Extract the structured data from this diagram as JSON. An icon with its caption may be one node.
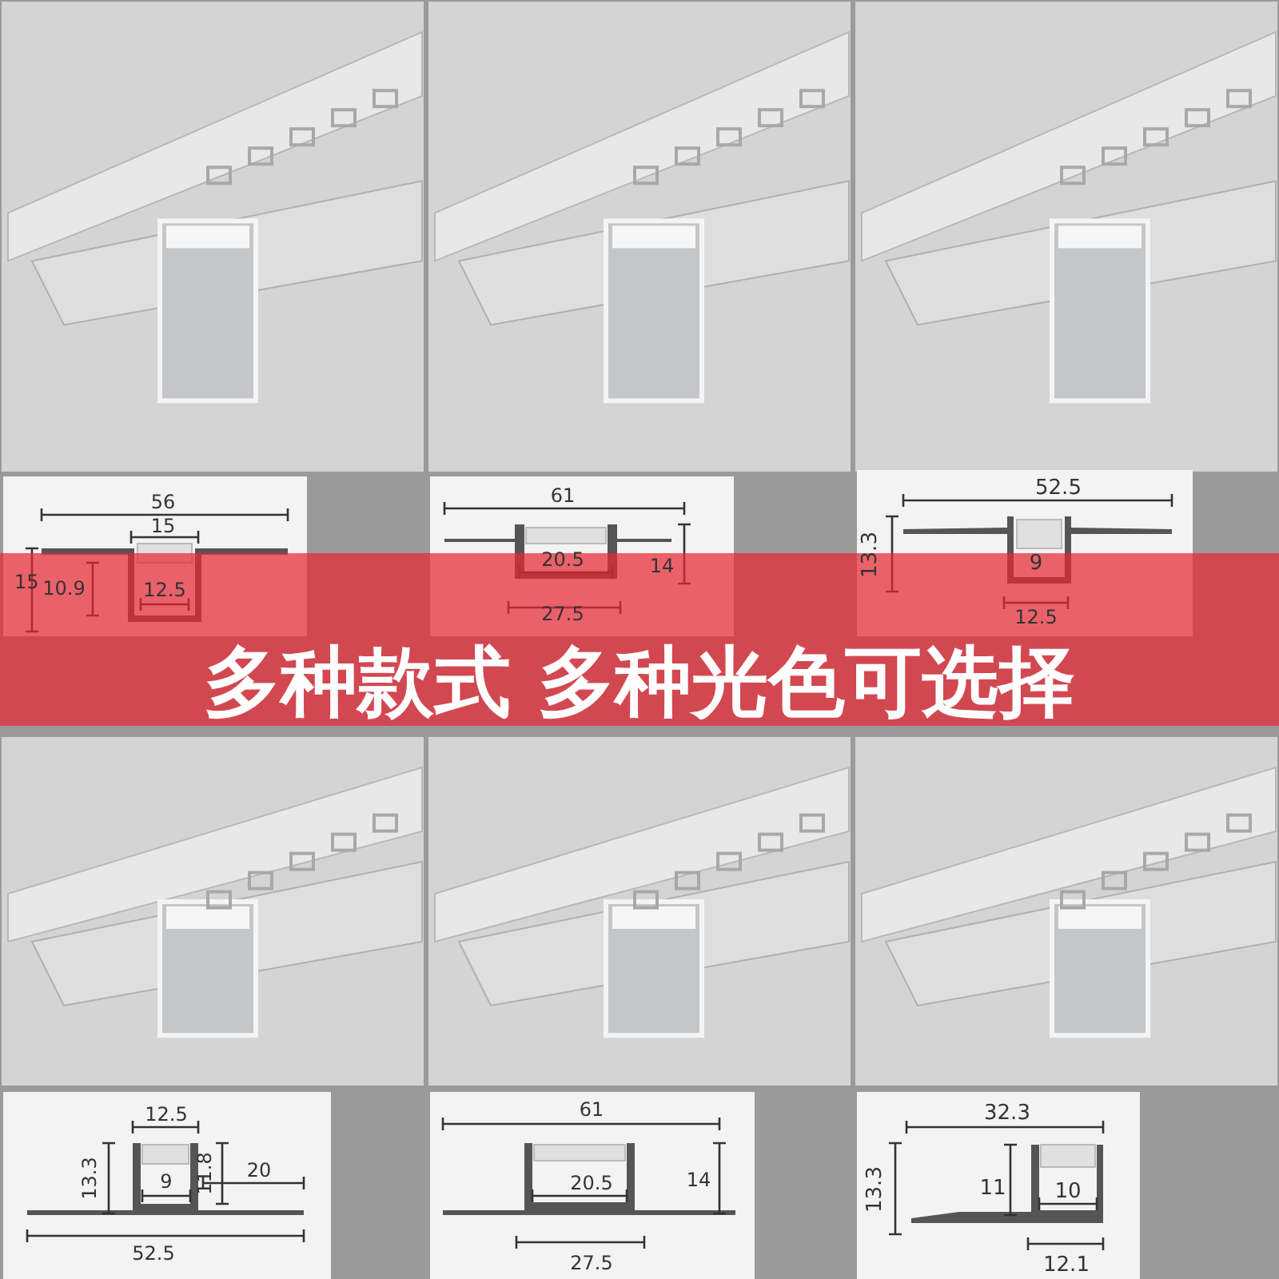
{
  "diagram": {
    "labels": [
      "56",
      "15",
      "15",
      "10.9",
      "12.5",
      "61",
      "20.5",
      "14",
      "27.5",
      "52.5",
      "13.3",
      "9",
      "12.5",
      "多种款式 多种光色可选择",
      "12.5",
      "13.3",
      "11.8",
      "9",
      "20",
      "52.5",
      "61",
      "20.5",
      "14",
      "27.5",
      "32.3",
      "13.3",
      "11",
      "10",
      "12.1"
    ]
  }
}
